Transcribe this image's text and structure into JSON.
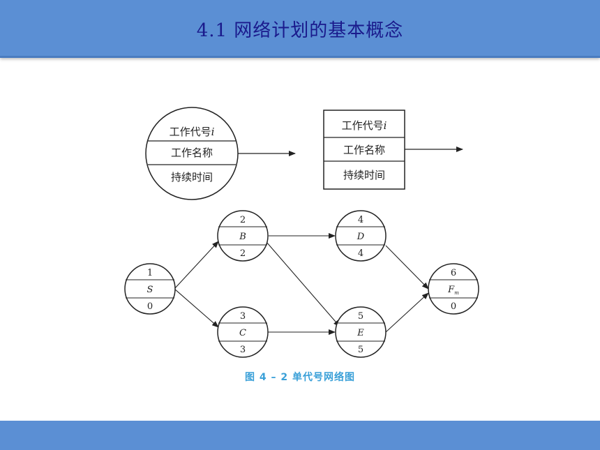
{
  "header": {
    "title": "4.1   网络计划的基本概念"
  },
  "legend": {
    "circle": {
      "row1": "工作代号",
      "row1_var": "i",
      "row2": "工作名称",
      "row3": "持续时间"
    },
    "box": {
      "row1": "工作代号",
      "row1_var": "i",
      "row2": "工作名称",
      "row3": "持续时间"
    }
  },
  "nodes": {
    "S": {
      "top": "1",
      "name": "S",
      "bottom": "0"
    },
    "B": {
      "top": "2",
      "name": "B",
      "bottom": "2"
    },
    "C": {
      "top": "3",
      "name": "C",
      "bottom": "3"
    },
    "D": {
      "top": "4",
      "name": "D",
      "bottom": "4"
    },
    "E": {
      "top": "5",
      "name": "E",
      "bottom": "5"
    },
    "Fm": {
      "top": "6",
      "name": "F",
      "name_sub": "m",
      "bottom": "0"
    }
  },
  "caption": "图 4 – 2    单代号网络图",
  "colors": {
    "header": "#5b8fd4",
    "title_text": "#1a1a8c",
    "caption": "#3aa0d8"
  }
}
